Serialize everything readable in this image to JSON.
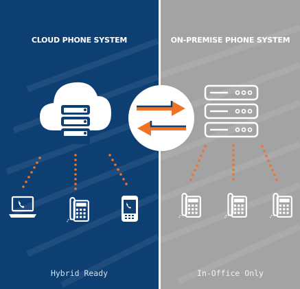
{
  "left_panel": {
    "title": "CLOUD PHONE SYSTEM",
    "caption": "Hybrid Ready",
    "background": "#0e3f73",
    "icons": [
      "cloud-server-icon",
      "laptop-phone-icon",
      "desk-phone-icon",
      "mobile-phone-icon"
    ]
  },
  "right_panel": {
    "title": "ON-PREMISE PHONE SYSTEM",
    "caption": "In-Office Only",
    "background": "#a3a3a3",
    "icons": [
      "server-rack-icon",
      "desk-phone-icon",
      "desk-phone-icon",
      "desk-phone-icon"
    ]
  },
  "center": {
    "icon": "bidirectional-arrows-icon"
  },
  "colors": {
    "accent": "#ee7326",
    "white": "#ffffff"
  }
}
